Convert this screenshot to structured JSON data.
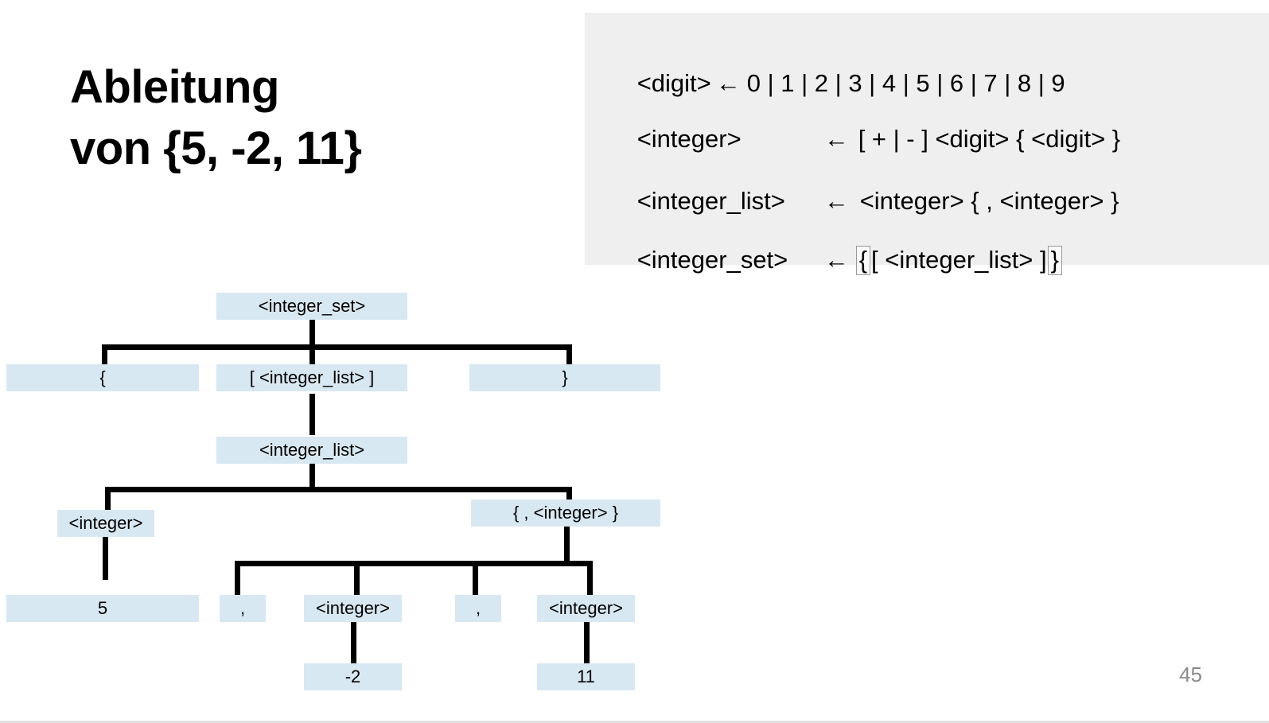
{
  "slide": {
    "title": "Ableitung\nvon {5, -2, 11}",
    "page_number": "45",
    "colors": {
      "node_fill": "#d8e8f2",
      "grammar_fill": "#efefef",
      "edge": "#000000",
      "page_number": "#8a8a8a",
      "boxed_term_border": "#9a9a9a"
    }
  },
  "grammar": {
    "rules": [
      {
        "lhs": "<digit>",
        "arrow": "←",
        "rhs": "0 | 1 | 2 | 3 | 4 | 5 | 6 | 7 | 8 | 9"
      },
      {
        "lhs": "<integer>",
        "arrow": "←",
        "rhs": "[ + | - ] <digit> { <digit> }"
      },
      {
        "lhs": "<integer_list>",
        "arrow": "←",
        "rhs": "<integer> { , <integer> }"
      },
      {
        "lhs": "<integer_set>",
        "arrow": "←",
        "rhs_boxed_open": "{",
        "rhs_middle": "[ <integer_list> ]",
        "rhs_boxed_close": "}"
      }
    ]
  },
  "tree": {
    "nodes": [
      {
        "id": "root",
        "label": "<integer_set>"
      },
      {
        "id": "brace_open",
        "label": "{"
      },
      {
        "id": "list_opt",
        "label": "[ <integer_list> ]"
      },
      {
        "id": "brace_close",
        "label": "}"
      },
      {
        "id": "integer_list",
        "label": "<integer_list>"
      },
      {
        "id": "integer_1",
        "label": "<integer>"
      },
      {
        "id": "repeat_group",
        "label": "{ , <integer> }"
      },
      {
        "id": "value_5",
        "label": "5"
      },
      {
        "id": "comma_1",
        "label": ","
      },
      {
        "id": "integer_2",
        "label": "<integer>"
      },
      {
        "id": "comma_2",
        "label": ","
      },
      {
        "id": "integer_3",
        "label": "<integer>"
      },
      {
        "id": "value_minus2",
        "label": "-2"
      },
      {
        "id": "value_11",
        "label": "11"
      }
    ]
  }
}
